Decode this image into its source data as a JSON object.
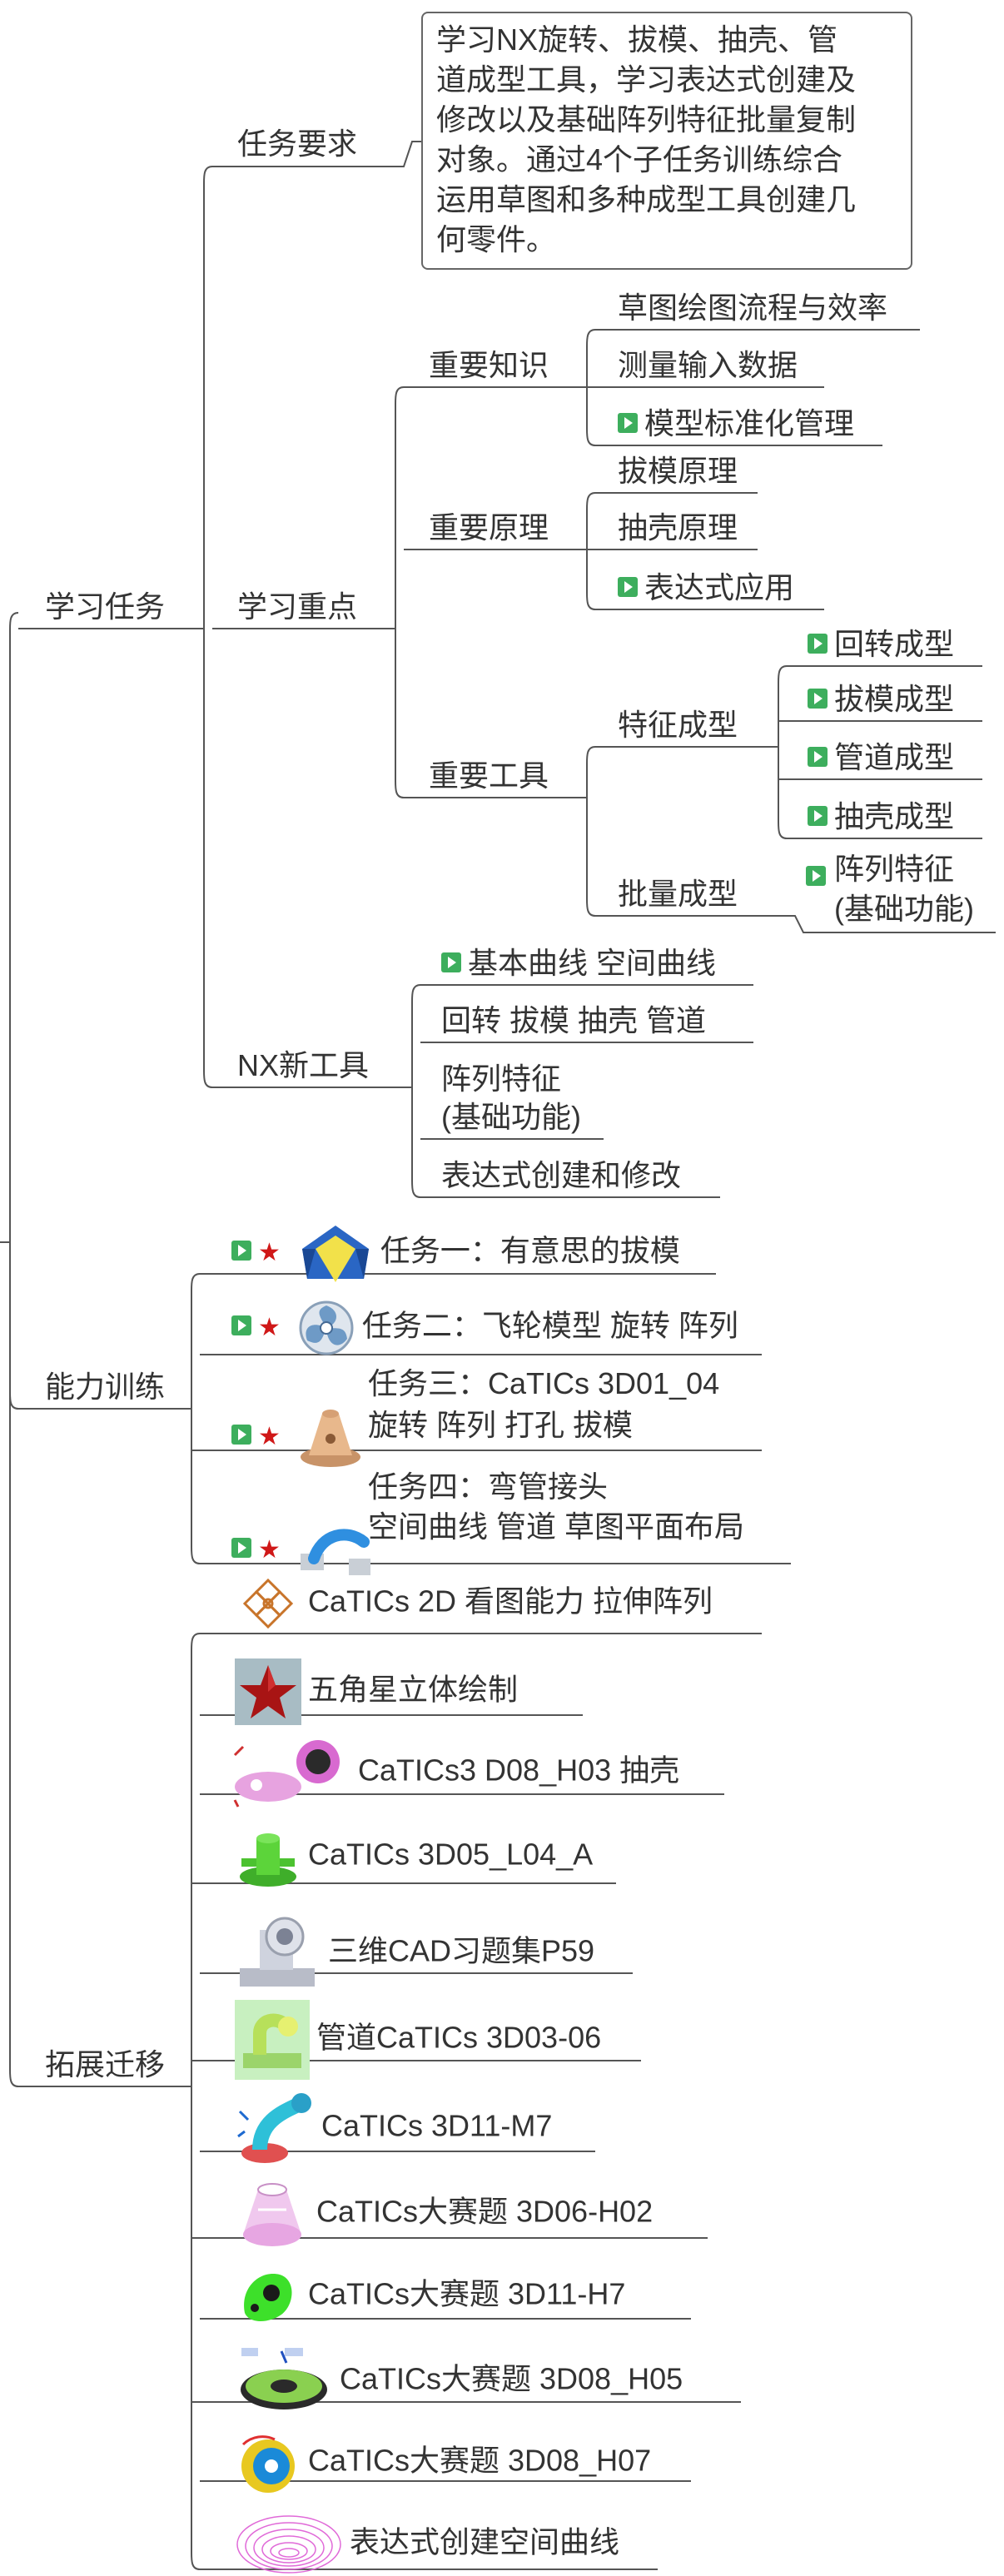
{
  "colors": {
    "line": "#555555",
    "task_flag": "#3dae5d",
    "star": "#d01818"
  },
  "root": {
    "b1": {
      "label": "学习任务",
      "req": {
        "label": "任务要求",
        "text": "学习NX旋转、拔模、抽壳、管\n道成型工具，学习表达式创建及\n修改以及基础阵列特征批量复制\n对象。通过4个子任务训练综合\n运用草图和多种成型工具创建几\n何零件。"
      },
      "key": {
        "label": "学习重点",
        "knowledge": {
          "label": "重要知识",
          "items": [
            "草图绘图流程与效率",
            "测量输入数据",
            "模型标准化管理"
          ]
        },
        "principle": {
          "label": "重要原理",
          "items": [
            "拔模原理",
            "抽壳原理",
            "表达式应用"
          ]
        },
        "tools": {
          "label": "重要工具",
          "feature": {
            "label": "特征成型",
            "items": [
              "回转成型",
              "拔模成型",
              "管道成型",
              "抽壳成型"
            ]
          },
          "batch": {
            "label": "批量成型",
            "line1": "阵列特征",
            "line2": "(基础功能)"
          }
        }
      },
      "nx": {
        "label": "NX新工具",
        "items": [
          "基本曲线 空间曲线",
          "回转 拔模 抽壳 管道"
        ],
        "pattern1": "阵列特征",
        "pattern2": "(基础功能)",
        "last": "表达式创建和修改"
      }
    },
    "b2": {
      "label": "能力训练",
      "t1": "任务一：有意思的拔模",
      "t2": "任务二：飞轮模型 旋转 阵列",
      "t3a": "任务三：CaTICs 3D01_04",
      "t3b": "旋转 阵列 打孔 拔模",
      "t4a": "任务四：弯管接头",
      "t4b": "空间曲线 管道 草图平面布局"
    },
    "b3": {
      "label": "拓展迁移",
      "items": [
        "CaTICs 2D 看图能力 拉伸阵列",
        "五角星立体绘制",
        "CaTICs3 D08_H03 抽壳",
        "CaTICs 3D05_L04_A",
        "三维CAD习题集P59",
        "管道CaTICs 3D03-06",
        "CaTICs 3D11-M7",
        "CaTICs大赛题 3D06-H02",
        "CaTICs大赛题 3D11-H7",
        "CaTICs大赛题 3D08_H05",
        "CaTICs大赛题 3D08_H07",
        "表达式创建空间曲线"
      ]
    }
  },
  "icons": {
    "flag": "task-flag-icon",
    "star": "priority-star-icon"
  }
}
